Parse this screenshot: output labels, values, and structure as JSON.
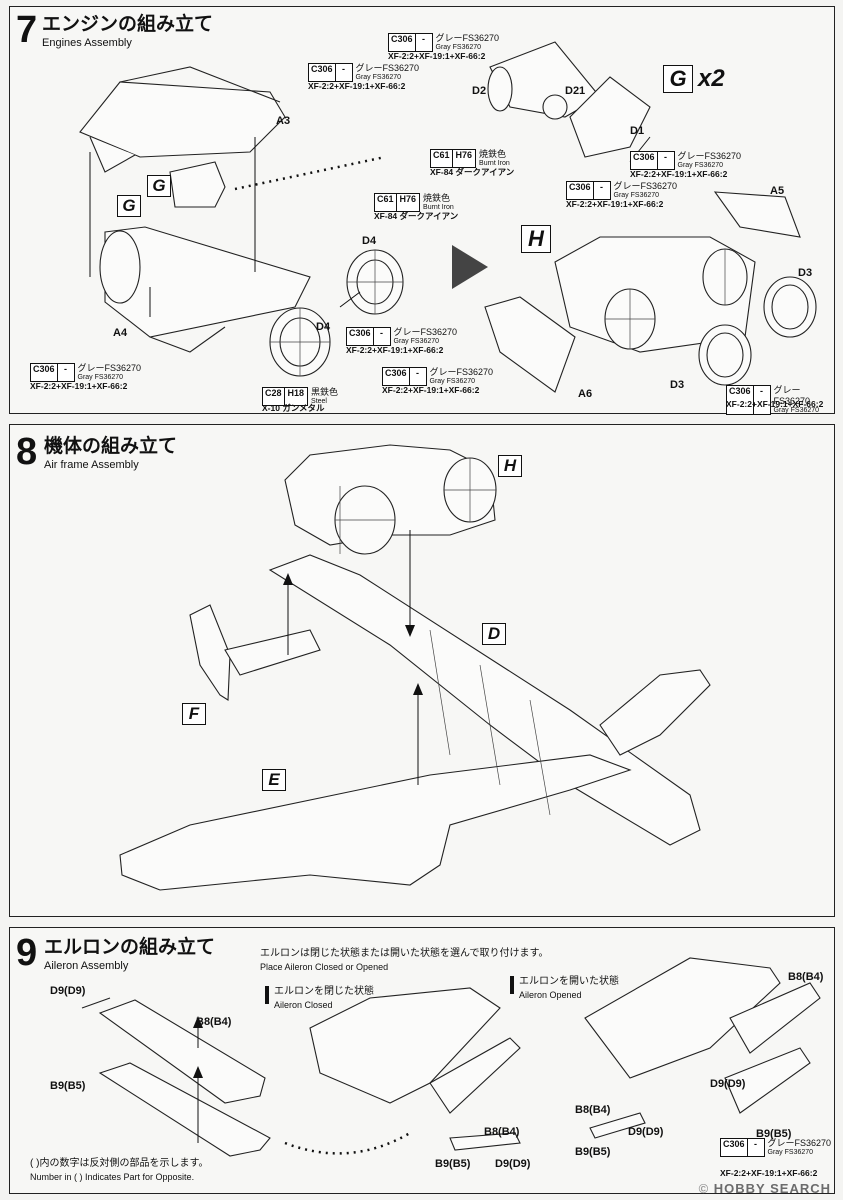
{
  "step7": {
    "number": "7",
    "title_jp": "エンジンの組み立て",
    "title_en": "Engines Assembly",
    "parts": {
      "a3": "A3",
      "a4": "A4",
      "a5": "A5",
      "a6": "A6",
      "d1": "D1",
      "d2": "D2",
      "d3a": "D3",
      "d3b": "D3",
      "d4a": "D4",
      "d4b": "D4",
      "d21": "D21"
    },
    "subassemblies": {
      "g_small": "G",
      "g_left": "G",
      "g_big": "G",
      "h": "H",
      "multiplier": "x2"
    },
    "color_gray": {
      "code": "C306",
      "hue": "-",
      "name_jp": "グレーFS36270",
      "name_en": "Gray FS36270",
      "mix": "XF-2:2+XF-19:1+XF-66:2"
    },
    "color_burnt": {
      "code": "C61",
      "hue": "H76",
      "name_jp": "焼鉄色",
      "name_en": "Burnt Iron",
      "mix": "XF-84 ダークアイアン"
    },
    "color_steel": {
      "code": "C28",
      "hue": "H18",
      "name_jp": "黒鉄色",
      "name_en": "Steel",
      "mix": "X-10 ガンメタル"
    }
  },
  "step8": {
    "number": "8",
    "title_jp": "機体の組み立て",
    "title_en": "Air frame Assembly",
    "subassemblies": {
      "h": "H",
      "d": "D",
      "f": "F",
      "e": "E"
    }
  },
  "step9": {
    "number": "9",
    "title_jp": "エルロンの組み立て",
    "title_en": "Aileron Assembly",
    "note_jp": "エルロンは閉じた状態または開いた状態を選んで取り付けます。",
    "note_en": "Place Aileron Closed or Opened",
    "closed_jp": "エルロンを閉じた状態",
    "closed_en": "Aileron Closed",
    "opened_jp": "エルロンを開いた状態",
    "opened_en": "Aileron Opened",
    "parts": {
      "d9": "D9(D9)",
      "b8": "B8(B4)",
      "b9": "B9(B5)"
    },
    "footnote_jp": "( )内の数字は反対側の部品を示します。",
    "footnote_en": "Number in ( ) Indicates Part for Opposite.",
    "color_gray": {
      "code": "C306",
      "hue": "-",
      "name_jp": "グレーFS36270",
      "name_en": "Gray FS36270",
      "mix": "XF-2:2+XF-19:1+XF-66:2"
    }
  },
  "watermark": {
    "brand": "HOBBY SEARCH",
    "symbol": "©"
  }
}
